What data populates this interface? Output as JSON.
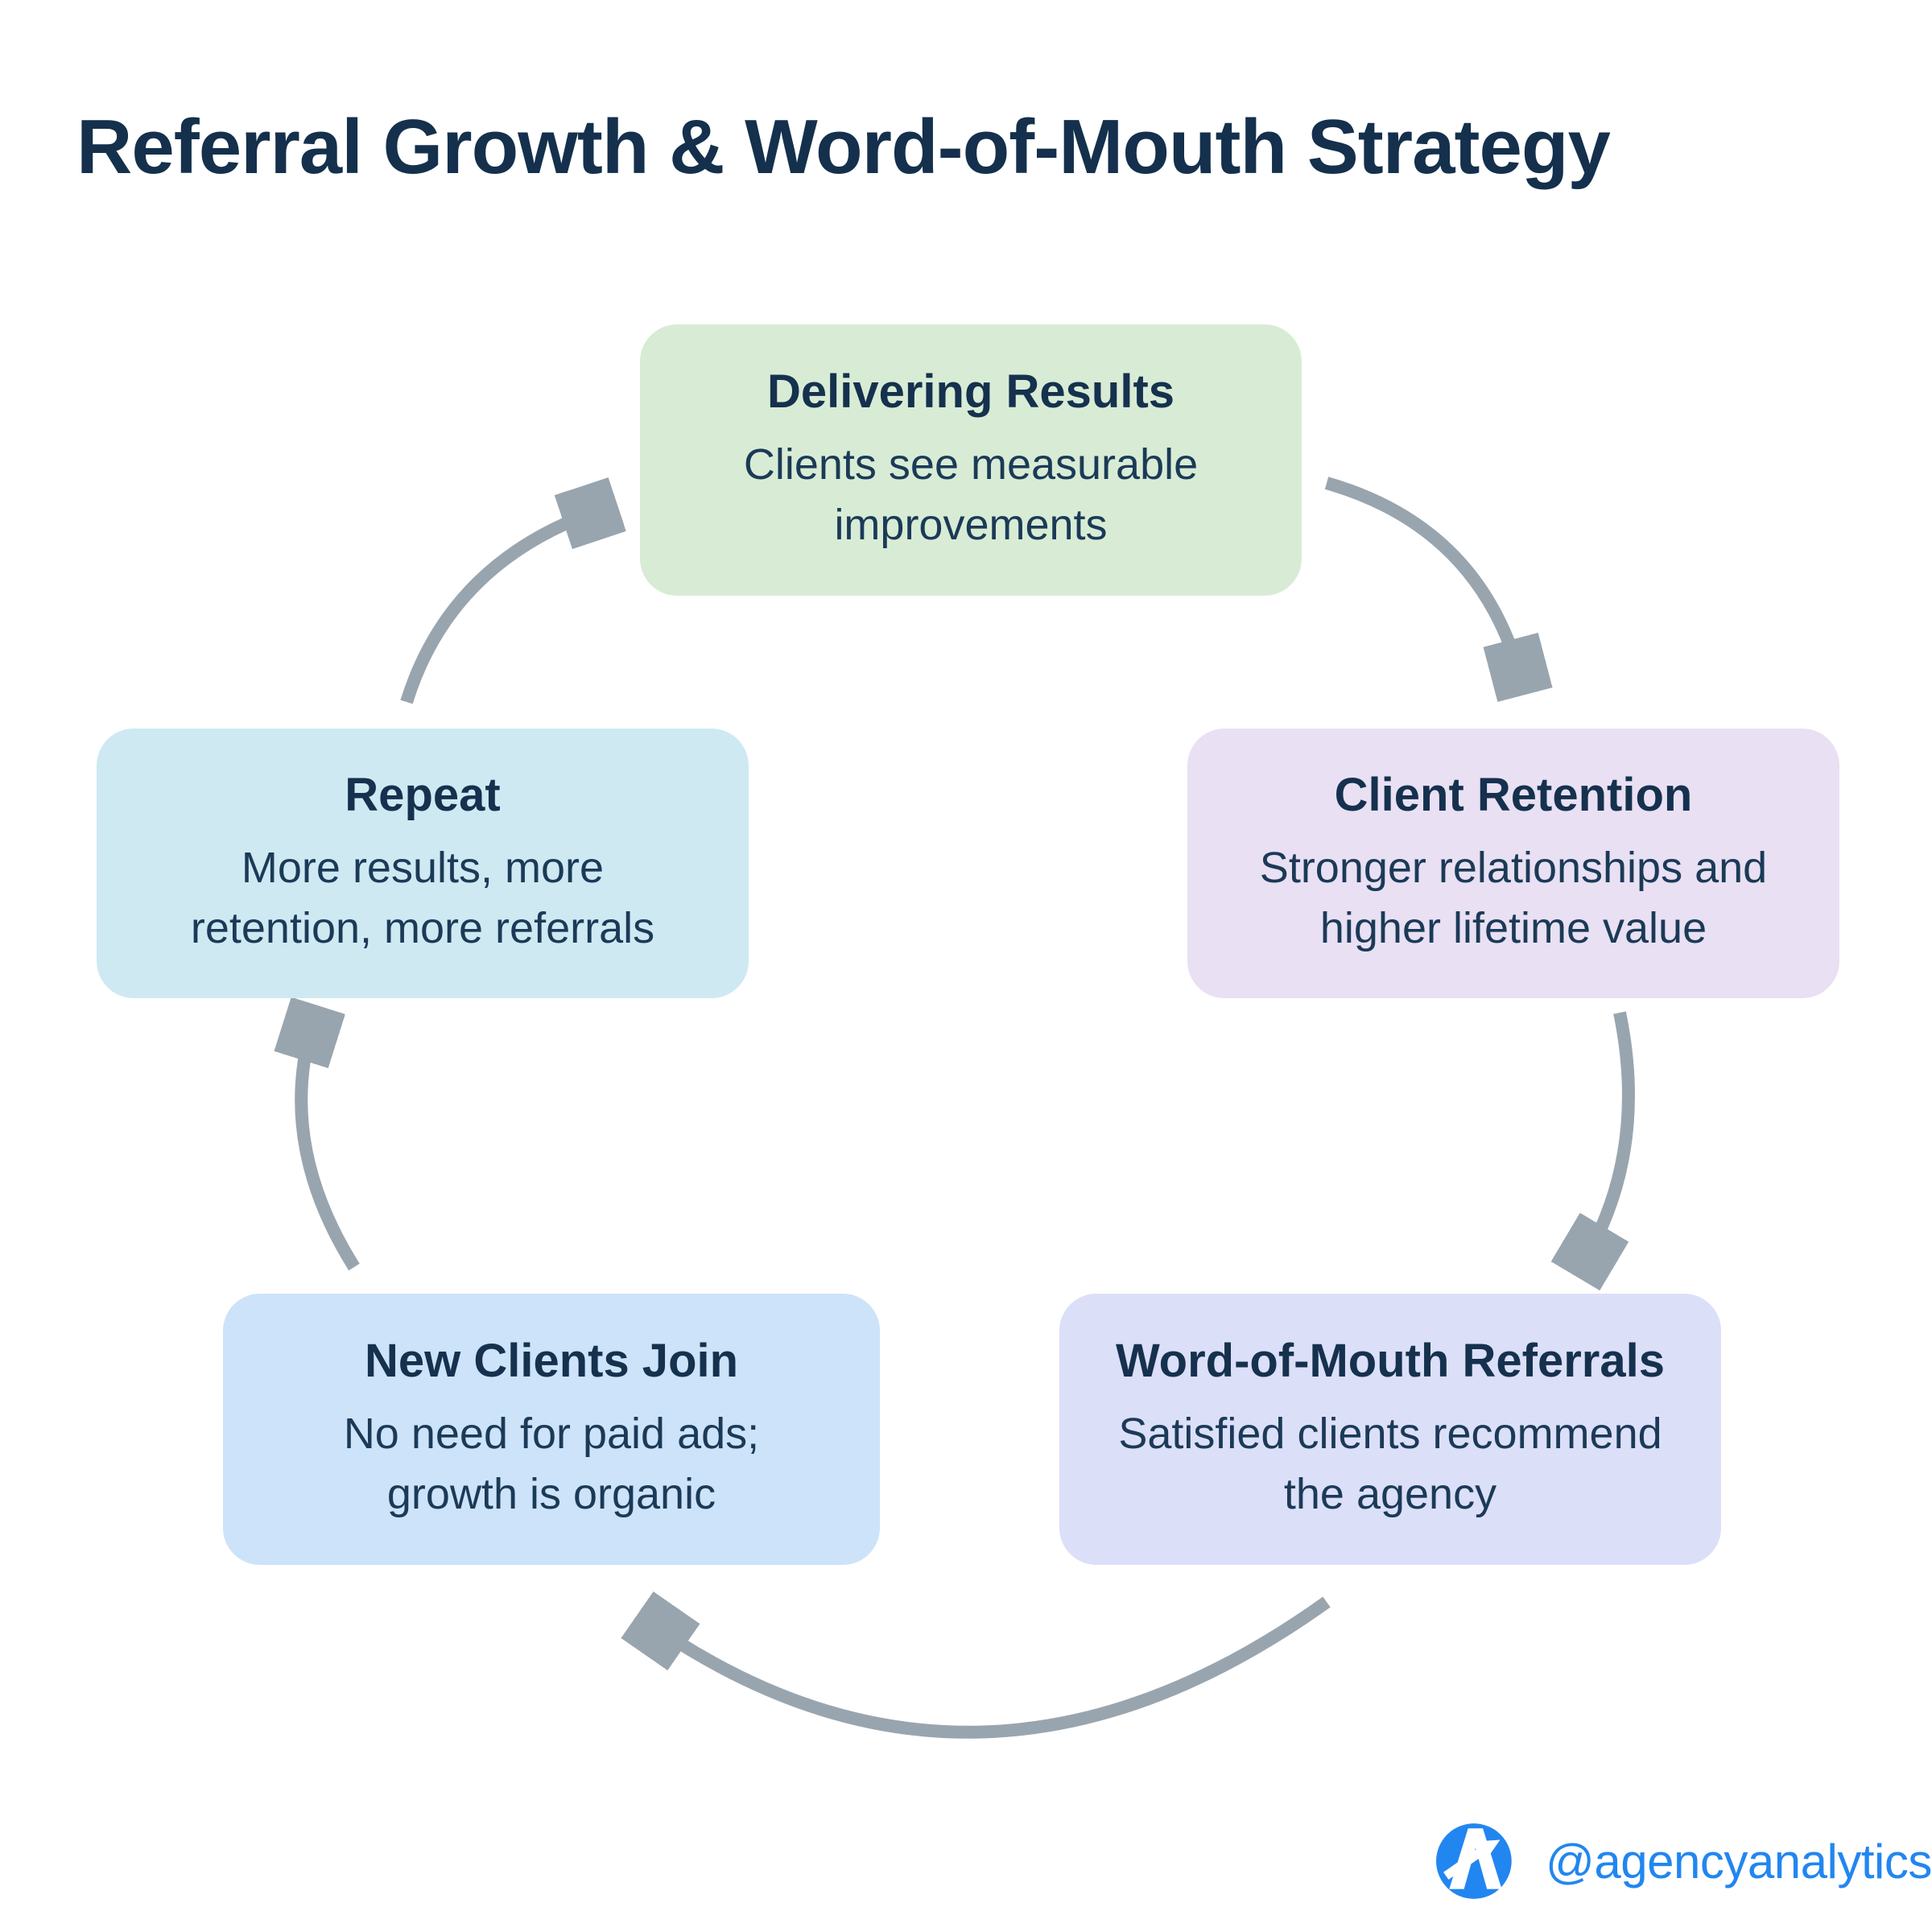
{
  "title": "Referral Growth & Word-of-Mouth Strategy",
  "cycle": {
    "nodes": [
      {
        "heading": "Delivering Results",
        "body": "Clients see measurable\nimprovements",
        "bg": "#d8ecd5"
      },
      {
        "heading": "Client Retention",
        "body": "Stronger relationships and\nhigher lifetime value",
        "bg": "#e9e0f3"
      },
      {
        "heading": "Word-of-Mouth Referrals",
        "body": "Satisfied clients recommend\nthe agency",
        "bg": "#dcdff8"
      },
      {
        "heading": "New Clients Join",
        "body": "No need for paid ads;\ngrowth is organic",
        "bg": "#cde3f9"
      },
      {
        "heading": "Repeat",
        "body": "More results, more\nretention, more referrals",
        "bg": "#cfe9f3"
      }
    ],
    "arrows": [
      {
        "from": "Delivering Results",
        "to": "Client Retention"
      },
      {
        "from": "Client Retention",
        "to": "Word-of-Mouth Referrals"
      },
      {
        "from": "Word-of-Mouth Referrals",
        "to": "New Clients Join"
      },
      {
        "from": "New Clients Join",
        "to": "Repeat"
      },
      {
        "from": "Repeat",
        "to": "Delivering Results"
      }
    ],
    "arrow_color": "#99a5ae"
  },
  "footer": {
    "handle": "@agencyanalytics",
    "logo": "agencyanalytics-logo",
    "brand_color": "#2286f0"
  },
  "colors": {
    "background": "#ffffff",
    "text": "#15314e",
    "title": "#14304c"
  }
}
